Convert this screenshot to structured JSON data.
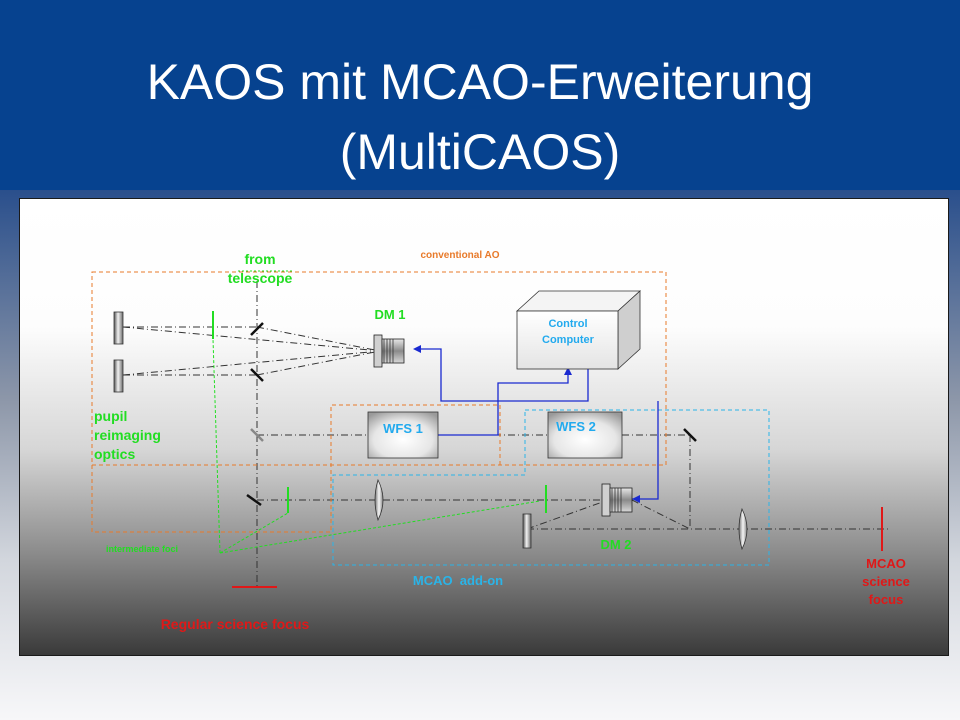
{
  "slide": {
    "title_line_1": "KAOS mit MCAO-Erweiterung",
    "title_line_2": "(MultiCAOS)"
  },
  "diagram": {
    "labels": {
      "from_telescope_1": "from",
      "from_telescope_2": "telescope",
      "conventional_ao": "conventional AO",
      "dm1": "DM 1",
      "control_computer_1": "Control",
      "control_computer_2": "Computer",
      "pupil_1": "pupil",
      "pupil_2": "reimaging",
      "pupil_3": "optics",
      "wfs1": "WFS 1",
      "wfs2": "WFS 2",
      "intermediate_foci": "intermediate foci",
      "dm2": "DM 2",
      "mcao_addon": "MCAO  add-on",
      "mcao_focus_1": "MCAO",
      "mcao_focus_2": "science",
      "mcao_focus_3": "focus",
      "regular_focus": "Regular science focus"
    },
    "colors": {
      "title_band": "#06428f",
      "green_label": "#22dd22",
      "orange_box": "#e87a2a",
      "cyan_box": "#2ab4e8",
      "red_focus": "#e01818",
      "blue_signal": "#1a2ad0",
      "dark_label": "#1a1a1a"
    },
    "icons": [
      "concave-mirror-icon",
      "fold-mirror-icon",
      "deformable-mirror-icon",
      "lens-icon",
      "wavefront-sensor-icon",
      "computer-icon"
    ]
  }
}
